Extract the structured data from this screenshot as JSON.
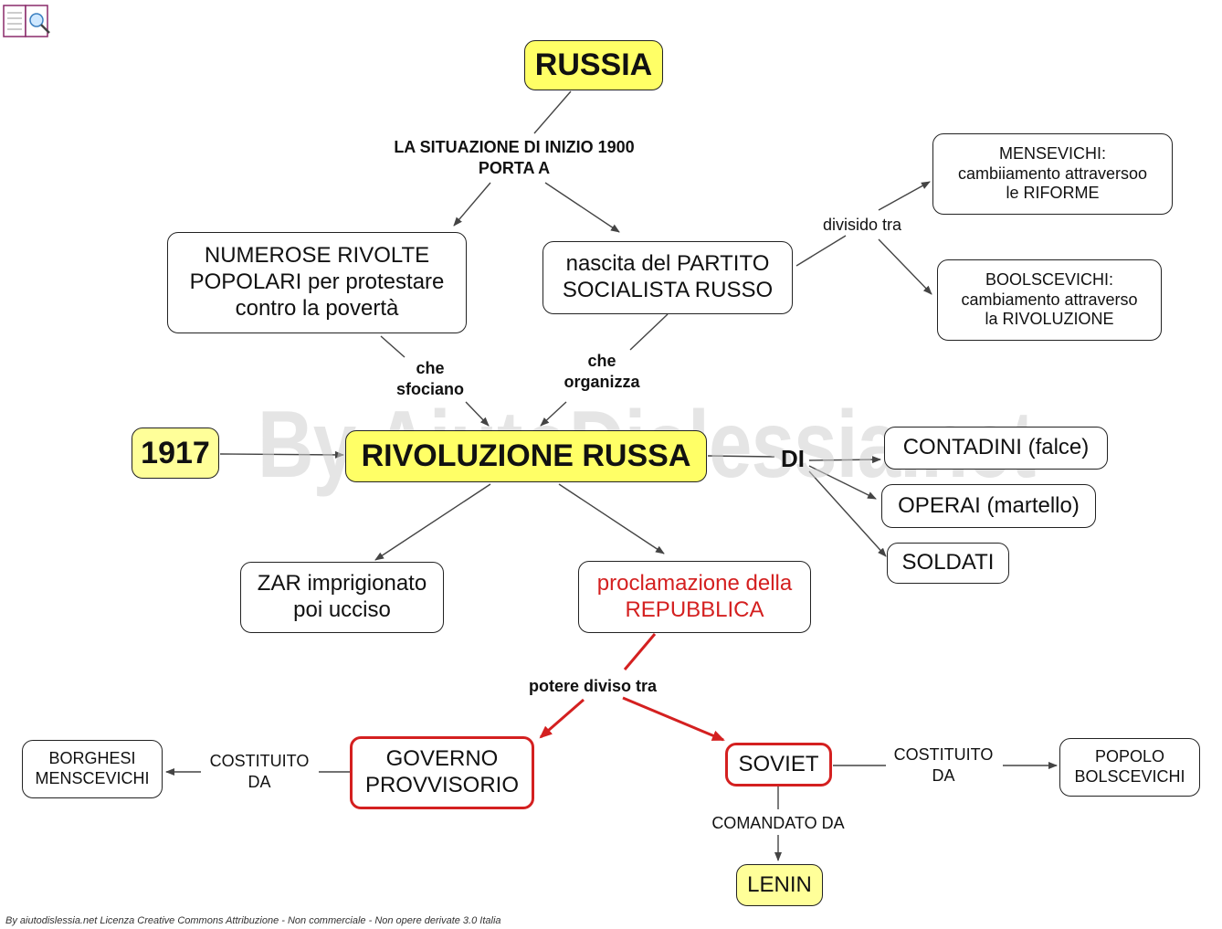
{
  "watermark": "By AiutoDislessia.net",
  "footer": "By aiutodislessia.net Licenza Creative Commons Attribuzione - Non commerciale - Non opere derivate 3.0 Italia",
  "colors": {
    "highlight": "#ffff66",
    "accent_red": "#d42020"
  },
  "nodes": {
    "russia": "RUSSIA",
    "rivolte": "NUMEROSE RIVOLTE\nPOPOLARI per protestare\ncontro la povertà",
    "partito": "nascita del PARTITO\nSOCIALISTA RUSSO",
    "mensevichi": "MENSEVICHI:\ncambiiamento attraversoo\nle RIFORME",
    "bolscevichi": "BOOLSCEVICHI:\ncambiamento attraverso\nla RIVOLUZIONE",
    "year": "1917",
    "rivoluzione": "RIVOLUZIONE RUSSA",
    "contadini": "CONTADINI (falce)",
    "operai": "OPERAI (martello)",
    "soldati": "SOLDATI",
    "zar": "ZAR imprigionato\npoi ucciso",
    "repubblica": "proclamazione della\nREPUBBLICA",
    "governo": "GOVERNO\nPROVVISORIO",
    "soviet": "SOVIET",
    "borghesi": "BORGHESI\nMENSCEVICHI",
    "popolo": "POPOLO\nBOLSCEVICHI",
    "lenin": "LENIN"
  },
  "labels": {
    "situazione": "LA SITUAZIONE DI INIZIO 1900\nPORTA A",
    "diviso_tra": "divisido tra",
    "che_sfociano": "che\nsfociano",
    "che_organizza": "che\norganizza",
    "di": "DI",
    "potere": "potere diviso tra",
    "costituito_left": "COSTITUITO\nDA",
    "costituito_right": "COSTITUITO\nDA",
    "comandato": "COMANDATO DA"
  }
}
